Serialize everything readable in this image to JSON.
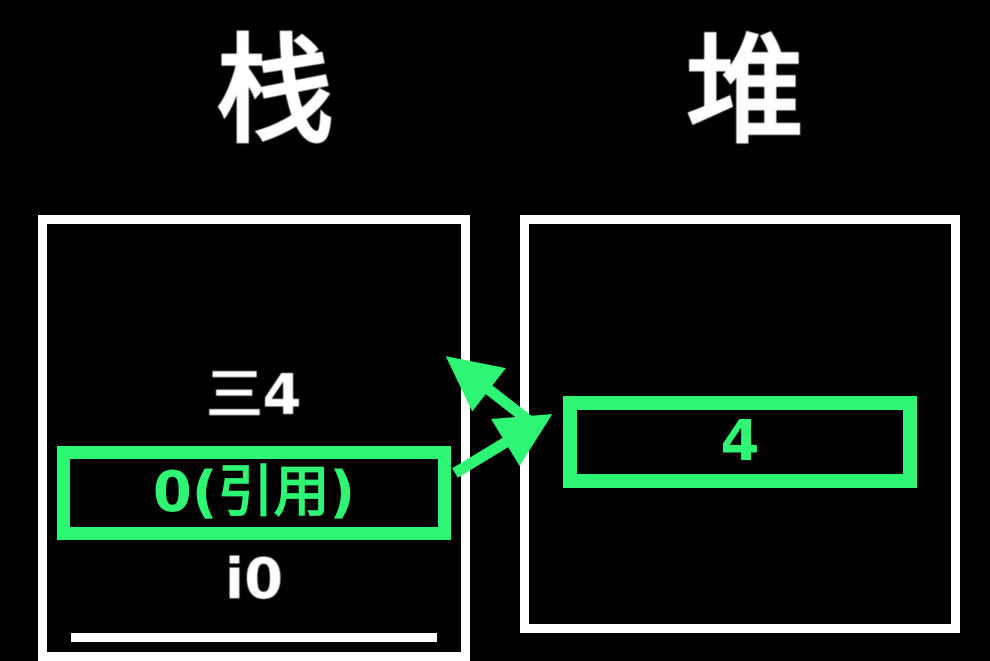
{
  "diagram": {
    "background_color": "#000000",
    "accent_color": "#2ef573",
    "text_color": "#ffffff"
  },
  "stack": {
    "title": "栈",
    "rows": [
      {
        "label": ""
      },
      {
        "label": "三4"
      },
      {
        "label": "0(引用)",
        "highlighted": true
      },
      {
        "label": "i0"
      }
    ]
  },
  "heap": {
    "title": "堆",
    "rows": [
      {
        "label": "4",
        "highlighted": true
      }
    ]
  },
  "arrows": [
    {
      "name": "heap-to-stack-arrow",
      "direction": "up-left"
    },
    {
      "name": "stack-to-heap-arrow",
      "direction": "up-right"
    }
  ]
}
